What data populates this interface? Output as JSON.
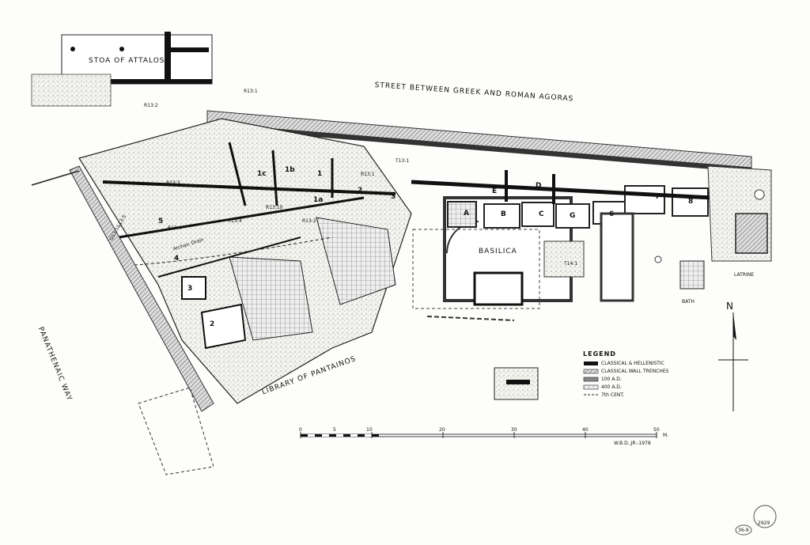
{
  "labels": {
    "stoa": "STOA OF ATTALOS",
    "street": "STREET BETWEEN GREEK AND ROMAN AGORAS",
    "panathenaic": "PANATHENAIC WAY",
    "library": "LIBRARY OF PANTAINOS",
    "basilica": "BASILICA",
    "latrine": "LATRINE",
    "bath": "BATH",
    "drain": "Archaic Drain",
    "north": "N",
    "signature": "W.B.D.,JR.-1978",
    "sheet_no": "36-9",
    "stamp_no": "2929"
  },
  "rooms": [
    "1b",
    "1",
    "2",
    "3",
    "1c",
    "1a",
    "5",
    "4",
    "3",
    "2",
    "A",
    "B",
    "C",
    "G",
    "D",
    "E",
    "6",
    "7",
    "8"
  ],
  "trenches": [
    "R13:2",
    "R13:1",
    "R13:3",
    "R13:4",
    "R13:1",
    "R13:2",
    "R13:10",
    "T13:1",
    "R13:4",
    "T14:1",
    "Q13:1&13:5"
  ],
  "legend": {
    "title": "LEGEND",
    "items": [
      {
        "label": "CLASSICAL & HELLENISTIC"
      },
      {
        "label": "CLASSICAL WALL TRENCHES"
      },
      {
        "label": "100 A.D."
      },
      {
        "label": "400 A.D."
      },
      {
        "label": "7th CENT."
      }
    ]
  },
  "scale": {
    "ticks": [
      "0",
      "5",
      "10",
      "20",
      "30",
      "40",
      "50"
    ],
    "unit": "M."
  }
}
